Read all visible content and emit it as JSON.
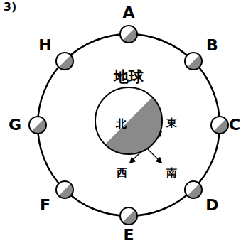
{
  "diagram": {
    "nodes": [
      {
        "text": [
          "A"
        ]
      },
      {
        "text": [
          "B"
        ]
      },
      {
        "text": [
          "C"
        ]
      },
      {
        "text": [
          "D"
        ]
      },
      {
        "text": [
          "E"
        ]
      },
      {
        "text": [
          "F"
        ]
      },
      {
        "text": [
          "G"
        ]
      },
      {
        "text": [
          "H"
        ]
      },
      {
        "text": [
          "地球"
        ]
      }
    ],
    "labels": [
      "3)",
      "北",
      "東",
      "西",
      "南"
    ]
  }
}
